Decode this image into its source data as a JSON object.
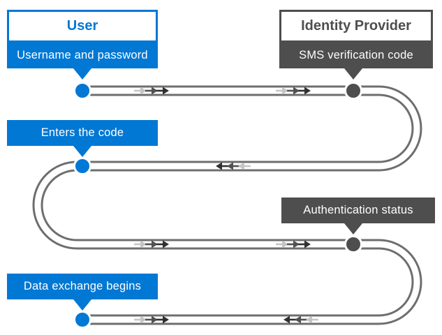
{
  "diagram_type": "authentication-flow",
  "colors": {
    "user_blue": "#0078D4",
    "provider_gray": "#4E4E4E",
    "track_gray": "#6E6E6E",
    "arrow_light": "#C5C5C5",
    "arrow_mid": "#515151",
    "arrow_dark": "#303030",
    "label_text": "#FFFFFF"
  },
  "icons": {
    "flow_arrow_right": "→",
    "flow_arrow_left": "←"
  },
  "actors": {
    "user": {
      "title": "User"
    },
    "identity_provider": {
      "title": "Identity Provider"
    }
  },
  "steps": {
    "username_password": {
      "label": "Username and password",
      "actor": "user",
      "direction": "right"
    },
    "sms_code": {
      "label": "SMS verification code",
      "actor": "identity_provider",
      "direction": "left"
    },
    "enters_code": {
      "label": "Enters the code",
      "actor": "user",
      "direction": "right"
    },
    "auth_status": {
      "label": "Authentication status",
      "actor": "identity_provider",
      "direction": "left"
    },
    "data_exchange": {
      "label": "Data exchange begins",
      "actor": "user",
      "direction": "both"
    }
  }
}
